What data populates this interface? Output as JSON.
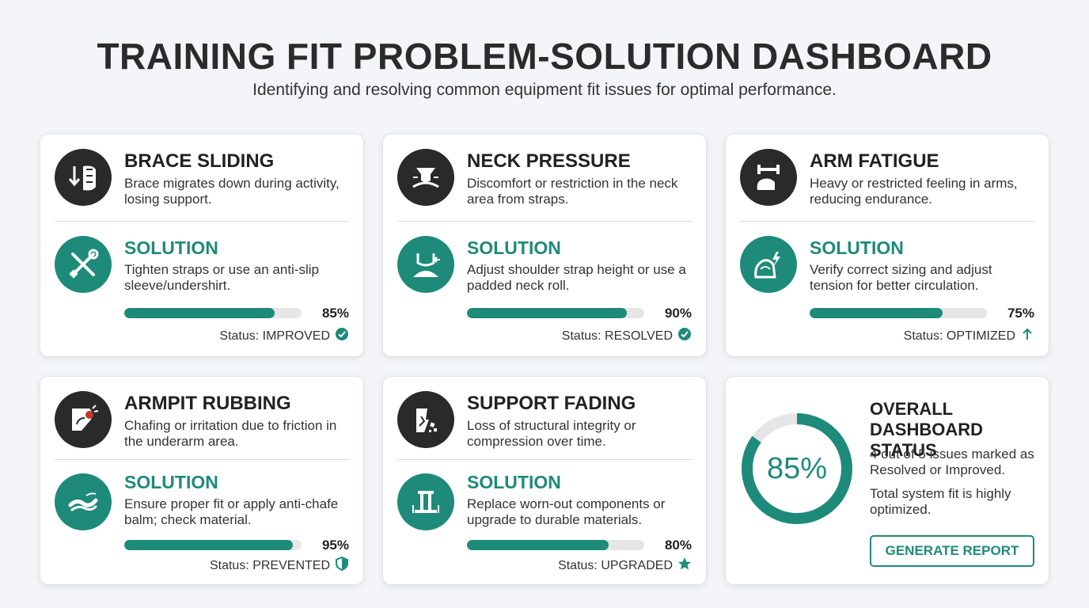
{
  "header": {
    "title": "TRAINING FIT PROBLEM-SOLUTION DASHBOARD",
    "subtitle": "Identifying and resolving common equipment fit issues for optimal performance."
  },
  "accent_color": "#1e8a7a",
  "issues": [
    {
      "problem_title": "BRACE SLIDING",
      "problem_desc": "Brace migrates down during activity, losing support.",
      "problem_icon": "brace-sliding-icon",
      "solution_label": "SOLUTION",
      "solution_desc": "Tighten straps or use an anti-slip sleeve/undershirt.",
      "solution_icon": "wrench-screwdriver-icon",
      "progress": 85,
      "progress_label": "85%",
      "status_text": "Status: IMPROVED",
      "status_icon": "check-circle-icon"
    },
    {
      "problem_title": "NECK PRESSURE",
      "problem_desc": "Discomfort or restriction in the neck area from straps.",
      "problem_icon": "neck-pressure-icon",
      "solution_label": "SOLUTION",
      "solution_desc": "Adjust shoulder strap height or use a padded neck roll.",
      "solution_icon": "neck-adjust-icon",
      "progress": 90,
      "progress_label": "90%",
      "status_text": "Status: RESOLVED",
      "status_icon": "check-circle-icon"
    },
    {
      "problem_title": "ARM FATIGUE",
      "problem_desc": "Heavy or restricted feeling in arms, reducing endurance.",
      "problem_icon": "arm-dumbbell-icon",
      "solution_label": "SOLUTION",
      "solution_desc": "Verify correct sizing and adjust tension for better circulation.",
      "solution_icon": "arm-energy-icon",
      "progress": 75,
      "progress_label": "75%",
      "status_text": "Status: OPTIMIZED",
      "status_icon": "arrow-up-icon"
    },
    {
      "problem_title": "ARMPIT RUBBING",
      "problem_desc": "Chafing or irritation due to friction in the underarm area.",
      "problem_icon": "armpit-rubbing-icon",
      "solution_label": "SOLUTION",
      "solution_desc": "Ensure proper fit or apply anti-chafe balm; check material.",
      "solution_icon": "balm-wave-icon",
      "progress": 95,
      "progress_label": "95%",
      "status_text": "Status: PREVENTED",
      "status_icon": "shield-icon"
    },
    {
      "problem_title": "SUPPORT FADING",
      "problem_desc": "Loss of structural integrity or compression over time.",
      "problem_icon": "crumbling-support-icon",
      "solution_label": "SOLUTION",
      "solution_desc": "Replace worn-out components or upgrade to durable materials.",
      "solution_icon": "pillar-icon",
      "progress": 80,
      "progress_label": "80%",
      "status_text": "Status: UPGRADED",
      "status_icon": "star-icon"
    }
  ],
  "overall": {
    "title_line1": "OVERALL",
    "title_line2": "DASHBOARD STATUS",
    "value": 85,
    "value_label": "85%",
    "line1": "4 out of 5 issues marked as Resolved or Improved.",
    "line2": "Total system fit is highly optimized.",
    "button_label": "GENERATE REPORT"
  }
}
